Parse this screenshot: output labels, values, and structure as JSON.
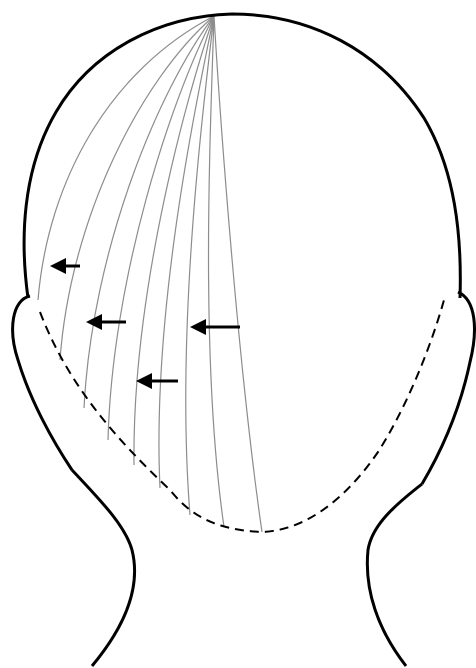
{
  "figure": {
    "subject": "back-of-head-diagram",
    "outline_color": "#000000",
    "guide_line_color": "#8c8c8c",
    "arrow_color": "#000000",
    "arrow_count": 4,
    "guide_line_count": 9,
    "arrow_direction": "left"
  }
}
